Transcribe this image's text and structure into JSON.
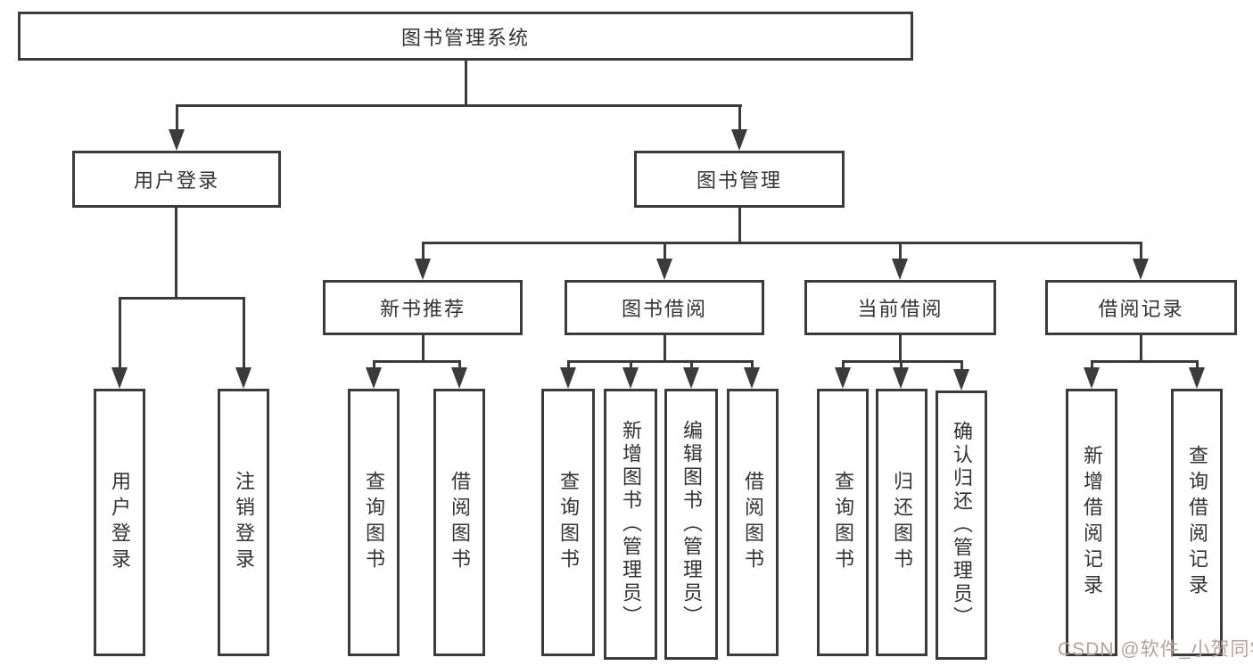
{
  "diagram": {
    "title": "图书管理系统",
    "type": "hierarchy-tree",
    "nodes": {
      "root": {
        "label": "图书管理系统"
      },
      "user_login": {
        "label": "用户登录"
      },
      "book_mgmt": {
        "label": "图书管理"
      },
      "ul_login": {
        "label": "用户登录"
      },
      "ul_logout": {
        "label": "注销登录"
      },
      "new_book": {
        "label": "新书推荐"
      },
      "book_borrow": {
        "label": "图书借阅"
      },
      "current_borrow": {
        "label": "当前借阅"
      },
      "borrow_record": {
        "label": "借阅记录"
      },
      "nb_query": {
        "label": "查询图书"
      },
      "nb_borrow": {
        "label": "借阅图书"
      },
      "bb_query": {
        "label": "查询图书"
      },
      "bb_add": {
        "label": "新增图书（管理员）"
      },
      "bb_edit": {
        "label": "编辑图书（管理员）"
      },
      "bb_borrow": {
        "label": "借阅图书"
      },
      "cb_query": {
        "label": "查询图书"
      },
      "cb_return": {
        "label": "归还图书"
      },
      "cb_confirm": {
        "label": "确认归还（管理员）"
      },
      "br_add": {
        "label": "新增借阅记录"
      },
      "br_query": {
        "label": "查询借阅记录"
      }
    },
    "edges": [
      [
        "root",
        "user_login"
      ],
      [
        "root",
        "book_mgmt"
      ],
      [
        "user_login",
        "ul_login"
      ],
      [
        "user_login",
        "ul_logout"
      ],
      [
        "book_mgmt",
        "new_book"
      ],
      [
        "book_mgmt",
        "book_borrow"
      ],
      [
        "book_mgmt",
        "current_borrow"
      ],
      [
        "book_mgmt",
        "borrow_record"
      ],
      [
        "new_book",
        "nb_query"
      ],
      [
        "new_book",
        "nb_borrow"
      ],
      [
        "book_borrow",
        "bb_query"
      ],
      [
        "book_borrow",
        "bb_add"
      ],
      [
        "book_borrow",
        "bb_edit"
      ],
      [
        "book_borrow",
        "bb_borrow"
      ],
      [
        "current_borrow",
        "cb_query"
      ],
      [
        "current_borrow",
        "cb_return"
      ],
      [
        "current_borrow",
        "cb_confirm"
      ],
      [
        "borrow_record",
        "br_add"
      ],
      [
        "borrow_record",
        "br_query"
      ]
    ],
    "colors": {
      "line": "#3b3b3b",
      "box_border": "#3b3b3b",
      "box_fill": "#ffffff",
      "text": "#333333",
      "background": "#ffffff",
      "watermark": "#b7a0a0"
    }
  },
  "watermark": {
    "text": "CSDN @软件_小贺同学"
  }
}
